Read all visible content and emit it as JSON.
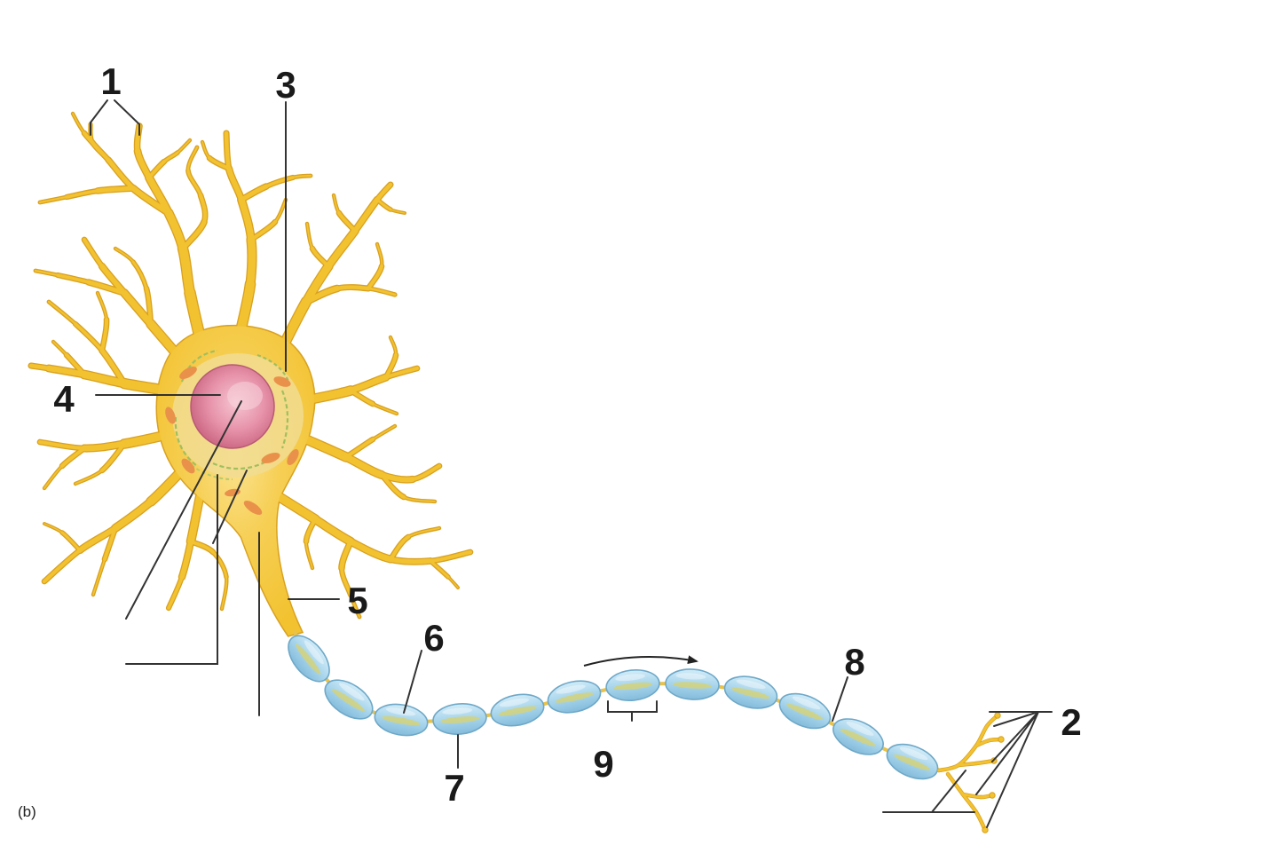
{
  "panel_label": "(b)",
  "callouts": {
    "c1": "1",
    "c2": "2",
    "c3": "3",
    "c4": "4",
    "c5": "5",
    "c6": "6",
    "c7": "7",
    "c8": "8",
    "c9": "9"
  },
  "colors": {
    "dendrite": "#f2c230",
    "dendrite_edge": "#d9a11f",
    "axon": "#e8c24a",
    "myelin": "#a8d5ec",
    "myelin_edge": "#6ea8c8",
    "myelin_core": "#d3d27a",
    "nucleus": "#e48ea6",
    "mitochondria": "#e9914b",
    "er": "#9fbf5e"
  }
}
